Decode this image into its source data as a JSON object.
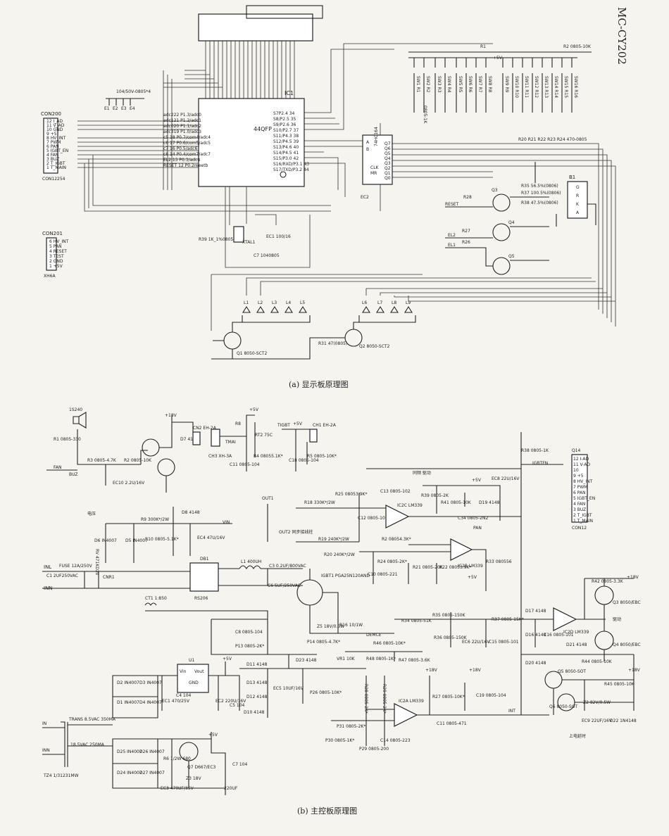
{
  "side_title": "MC-CY202",
  "captions": {
    "display": "(a) 显示板原理图",
    "main": "(b) 主控板原理图"
  },
  "display": {
    "ic1_name": "IC1",
    "ic1_pkg": "44QFP",
    "ic1_left_pins": [
      "adc222 P1.3/adc0",
      "adc121 P1.2/adc1",
      "adc020 P1.1/adc2",
      "adc319 P1.0/adc3",
      "c5 18 P0.7/com4/adc4",
      "c6 17 P0.6/com5/adc5",
      "c7 16 P0.5/adc6",
      "c8 14 P0.4/com7/adc7",
      "EL2 13 P0.3/adc8",
      "RESET 12 P0.2reeetb"
    ],
    "ic1_right_pins": [
      "S7P2.4 34",
      "S8/P2.5 35",
      "S9/P2.6 36",
      "S10/P2.7 37",
      "S11/P4.3 38",
      "S12/P4.5 39",
      "S13/P4.6 40",
      "S14/P4.5 41",
      "S15/P3.0 42",
      "S16/RXD/P3.1 43",
      "S17/TXD/P3.2 44"
    ],
    "con200": "CON200",
    "con200_pins": [
      "12 I_AD",
      "11 V_AD",
      "10 GND",
      "9 +5",
      "8 HV_INT",
      "7 PWM",
      "6 PAN",
      "5 IGBT_EN",
      "4 FAN",
      "3 BUZ",
      "2 T_IGBT",
      "1 T_MAIN"
    ],
    "con200_part": "CON12254",
    "con201": "CON201",
    "con201_pins": [
      "6 HV_INT",
      "5 PAN",
      "4 RESET",
      "3 TEST",
      "2 GND",
      "1 +5V"
    ],
    "con201_part": "XH6A",
    "cap_group": "104/50V-0805*4",
    "caps": [
      "E1",
      "E2",
      "E3",
      "E4"
    ],
    "xtal": "XTAL1",
    "r39": "R39 1K_1%0805",
    "ec1": "EC1 100/16",
    "c7": "C7 1040805",
    "u_shift": "74HC164",
    "shift_pins": [
      "A",
      "B",
      "CLK",
      "MR"
    ],
    "shift_outputs": [
      "Q7",
      "Q6",
      "Q5",
      "Q4",
      "Q3",
      "Q2",
      "Q1",
      "Q0"
    ],
    "ec2": "EC2",
    "r1": "R1",
    "r2": "R2 0805-10K",
    "vcc5": "+5V",
    "switches": [
      "SW1 R1",
      "SW2 R2",
      "SW3 R3",
      "SW4 R4",
      "SW5 R5",
      "SW6 R6",
      "SW7 R7",
      "SW8 R8",
      "SW9 R9",
      "SW10 R10",
      "SW11 R11",
      "SW12 R12",
      "SW13 R13",
      "SW14 R14",
      "SW15 R15",
      "SW16 R16"
    ],
    "sw_res": "0805-1K",
    "r_array": "R20 R21 R22 R23 R24  470-0805",
    "r35": "R35 56.5%(0806)",
    "r37": "R37 100.5%(0806)",
    "r38": "R38 47.5%(0806)",
    "b1": "B1",
    "b1_pins": [
      "G",
      "R",
      "K",
      "A"
    ],
    "q3": "Q3",
    "q4": "Q4",
    "q5": "Q5",
    "r28": "R28",
    "r27": "R27",
    "r26": "R26",
    "reset": "RESET",
    "el2": "EL2",
    "el1": "EL1",
    "leds_a": [
      "L1",
      "L2",
      "L3",
      "L4",
      "L5"
    ],
    "leds_b": [
      "L6",
      "L7",
      "L8",
      "L9"
    ],
    "q1": "Q1 8050-SCT2",
    "q2": "Q2 8050-SCT2",
    "r31": "R31 47(0805)"
  },
  "main": {
    "buzzer": "1S240",
    "r1": "R1 0805-330",
    "r3": "R3 0805-4.7K",
    "r2": "R2 0805-10K",
    "ec10": "EC10 2.2U/16V",
    "fan": "FAN",
    "buz": "BUZ",
    "d7": "D7 4148",
    "cn2": "CN2 EH-2A",
    "ch3": "CH3 XH-3A",
    "tmai": "TMAI",
    "r8": "R8",
    "rt2": "RT2 75C",
    "c11": "C11 0805-104",
    "r4": "R4 08055.1K*",
    "tigbt": "TIGBT",
    "ch1": "CH1 EH-2A",
    "c18": "C18 0805-104",
    "r5": "R5 0805-10K*",
    "r38": "R38 0805-1K",
    "igbtfn": "IGBTFN",
    "fw": "同频 驱动",
    "r25": "R25 08053.9K*",
    "c13": "C13 0805-102",
    "ec8": "EC8 22U/16V",
    "r18": "R18 330K*/2W",
    "out1": "OUT1",
    "c12": "C12 0805-101",
    "ic2c": "IC2C LM339",
    "r39": "R39 0805-2K",
    "r41": "R41 0805-10K",
    "d19": "D19 4148",
    "c34": "C34 0805-2N2",
    "pan": "PAN",
    "dy": "电压",
    "r9": "R9 300K*/2W",
    "d8": "D8 4148",
    "vin": "VIN",
    "d6": "D6 IN4007",
    "d5": "D5 IN4007",
    "r10": "R10 0805-5.1K*",
    "ec4": "EC4 47U/16V",
    "out2": "OUT2 同步接线柱",
    "r19": "R19 240K*/2W",
    "r20": "R20 240K*/2W",
    "r2b": "R2 08054.3K*",
    "r24": "R24 0805-2K*",
    "c10": "C10 0805-221",
    "r21": "R21 0805-20K",
    "r22": "R22 08053.9K*",
    "ic2b": "IC2B LM339",
    "r33": "R33 080556",
    "inl": "INL",
    "fuse": "FUSE 12A/250V",
    "c1": "C1 2UF250VAC",
    "cnr1": "CNR1",
    "rv": "RV 471KD20",
    "inn": "INN",
    "db1": "DB1",
    "rs206": "RS206",
    "l1": "L1 400UH",
    "c3": "C3 0.2UF/800VAC",
    "c6": "C6 5UF/250VAC",
    "igbt1": "IGBT1 PGA25N120AND",
    "z5": "Z5 18V/0.5W",
    "r16": "R16 10/1W",
    "demce": "DEMCE",
    "ct1": "CT1 1:850",
    "c8": "C8 0805-104",
    "p13": "P13 0805-2K*",
    "p14": "P14 0805-4.7K*",
    "r34": "R34 0805-51K",
    "r35": "R35 0805-150K",
    "r36": "R36 0805-150K",
    "ec6": "EC6 22U/16V",
    "c15": "C15 0805-101",
    "r37": "R37 0805-15K*",
    "d17": "D17 4148",
    "d16": "D16 4148",
    "c16": "C16 0805-101",
    "ic2d": "IC2D LM339",
    "drive": "驱动",
    "r42": "R42 0805-3.3K",
    "q3": "Q3 8050/EBC",
    "q4": "Q4 8050/EBC",
    "con12": "CON12",
    "q14": "Q14",
    "con12_pins": [
      "12 I-AD",
      "11 V-AD",
      "10",
      "9 +5",
      "8 HV_INT",
      "7 PWM",
      "6 PAN",
      "5 IGBT_EN",
      "4 FAN",
      "3 BUZ",
      "2 T_IGBT",
      "1 T_MAIN"
    ],
    "u1": "U1",
    "u1_pins": [
      "Vin",
      "Vout",
      "GND"
    ],
    "d2": "D2 IN4007",
    "d3": "D3 IN4007",
    "d4": "D4 IN4007",
    "d1": "D1 IN4007",
    "ec1": "EC1 470/25V",
    "c4": "C4 104",
    "ec2": "EC2 220U/16V",
    "c5": "C5 104",
    "d11": "D11 4148",
    "d13": "D13 4148",
    "d12": "D12 4148",
    "d10": "D10 4148",
    "d23": "D23 4148",
    "ec5": "EC5 10UF/16V",
    "p26": "P26 0805-10K*",
    "vr1": "VR1 10K",
    "r46": "R46 0805-10K*",
    "r48": "R48 0805-1K*",
    "r47": "R47 0805-3.6K",
    "d20": "D20 4148",
    "d21": "D21 4148",
    "r44": "R44 0805-10K",
    "q5": "Q5 8050-SOT",
    "r45": "R45 0805-10K",
    "q6": "Q6 8050-SOT",
    "z2": "Z2 82V/0.5W",
    "ec9": "EC9 22UF/16V",
    "d22": "D22 1N4148",
    "pwr_delay": "上电延时",
    "trans": "TRANS 8.5VAC 350MA",
    "tz": "TZ4 1/31231MW",
    "trans2": "18.5VAC 250MA",
    "d25": "D25 IN4007",
    "d26": "D26 IN4007",
    "d24": "D24 IN4007",
    "d27": "D27 IN4007",
    "r6": "R6 1/2W 680",
    "q7": "Q7 D667/EC3",
    "z3": "Z3 18V",
    "ec3": "EC3 470UF/35V",
    "c7": "C7 104",
    "c220": "220UF",
    "r27": "R27 0805-10K*",
    "c19": "C19 0805-104",
    "ic2a": "IC2A LM339",
    "r28": "R28 0805-2K*",
    "r29": "R29 0805-2K*",
    "c11b": "C11 0805-471",
    "p31": "P31 0805-2K*",
    "p30": "P30 0805-1K*",
    "p29": "P29 0805-200",
    "c14": "C14 0805-223",
    "int": "INT",
    "v18": "+18V",
    "v5": "+5V",
    "in": "IN",
    "inn2": "INN"
  }
}
